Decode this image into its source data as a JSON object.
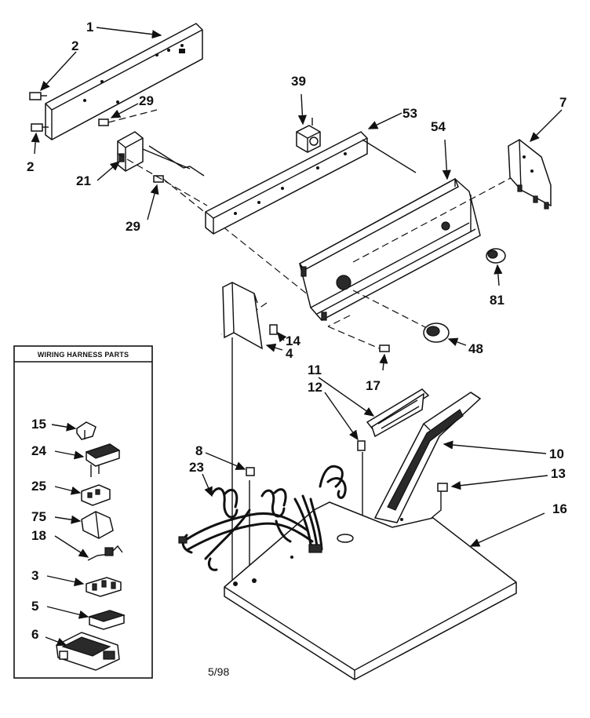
{
  "diagram": {
    "callouts": {
      "c1": "1",
      "c2a": "2",
      "c2b": "2",
      "c29a": "29",
      "c29b": "29",
      "c21": "21",
      "c39": "39",
      "c53": "53",
      "c54": "54",
      "c7": "7",
      "c81": "81",
      "c48": "48",
      "c14": "14",
      "c4": "4",
      "c17": "17",
      "c11": "11",
      "c12": "12",
      "c10": "10",
      "c13": "13",
      "c16": "16",
      "c8": "8",
      "c23": "23"
    },
    "inset": {
      "title": "WIRING HARNESS PARTS",
      "callouts": {
        "c15": "15",
        "c24": "24",
        "c25": "25",
        "c75": "75",
        "c18": "18",
        "c3": "3",
        "c5": "5",
        "c6": "6"
      }
    },
    "date_code": "5/98"
  }
}
